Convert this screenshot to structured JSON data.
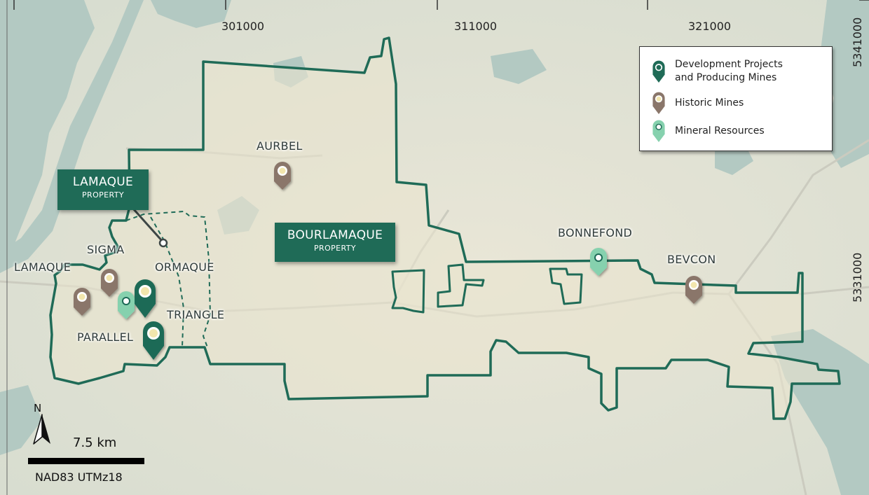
{
  "coords": {
    "top": [
      "301000",
      "311000",
      "321000"
    ],
    "right": [
      "5341000",
      "5331000"
    ]
  },
  "properties": {
    "lamaque": {
      "name": "LAMAQUE",
      "sub": "PROPERTY"
    },
    "bourlamaque": {
      "name": "BOURLAMAQUE",
      "sub": "PROPERTY"
    }
  },
  "place_labels": {
    "aurbel": "AURBEL",
    "sigma": "SIGMA",
    "lamaque": "LAMAQUE",
    "ormaque": "ORMAQUE",
    "triangle": "TRIANGLE",
    "parallel": "PARALLEL",
    "bonnefond": "BONNEFOND",
    "bevcon": "BEVCON"
  },
  "legend": {
    "development": "Development Projects and Producing Mines",
    "historic": "Historic Mines",
    "resources": "Mineral Resources"
  },
  "scale": {
    "north": "N",
    "distance": "7.5 km",
    "datum": "NAD83 UTMz18"
  },
  "colors": {
    "boundary": "#1f6b57",
    "development": "#1f6b57",
    "historic": "#8a766a",
    "resources": "#86d1ae",
    "water": "#b3c9c2",
    "land": "#dde0d2"
  },
  "markers": [
    {
      "kind": "historic",
      "site": "AURBEL"
    },
    {
      "kind": "historic",
      "site": "LAMAQUE"
    },
    {
      "kind": "historic",
      "site": "SIGMA"
    },
    {
      "kind": "resources",
      "site": "SIGMA"
    },
    {
      "kind": "development",
      "site": "SIGMA"
    },
    {
      "kind": "development",
      "site": "PARALLEL"
    },
    {
      "kind": "resources",
      "site": "BONNEFOND"
    },
    {
      "kind": "historic",
      "site": "BEVCON"
    }
  ]
}
